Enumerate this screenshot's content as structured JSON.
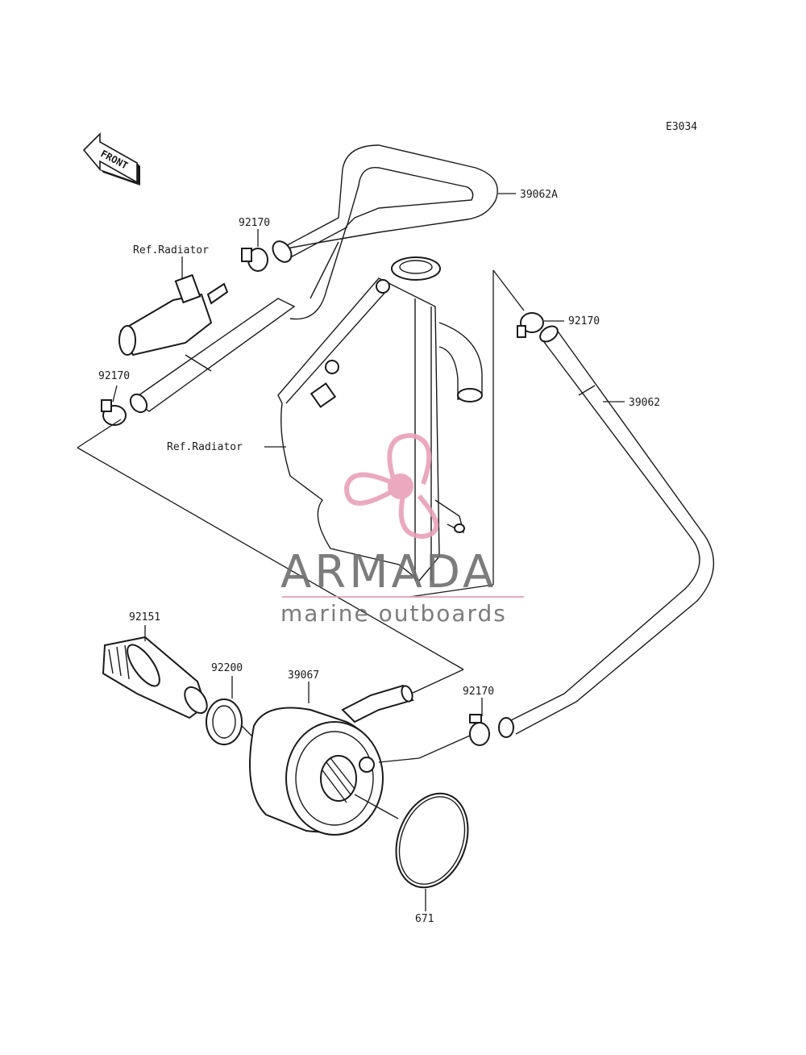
{
  "diagram": {
    "code": "E3034",
    "front_label": "FRONT",
    "parts": [
      {
        "id": "39062A",
        "label": "39062A"
      },
      {
        "id": "92170_a",
        "label": "92170"
      },
      {
        "id": "ref_radiator_a",
        "label": "Ref.Radiator"
      },
      {
        "id": "92170_b",
        "label": "92170"
      },
      {
        "id": "92170_c",
        "label": "92170"
      },
      {
        "id": "39062",
        "label": "39062"
      },
      {
        "id": "ref_radiator_b",
        "label": "Ref.Radiator"
      },
      {
        "id": "92151",
        "label": "92151"
      },
      {
        "id": "92200",
        "label": "92200"
      },
      {
        "id": "39067",
        "label": "39067"
      },
      {
        "id": "92170_d",
        "label": "92170"
      },
      {
        "id": "671",
        "label": "671"
      }
    ]
  },
  "watermark": {
    "brand": "ARMADA",
    "tagline": "marine outboards",
    "accent": "#e8a0b8",
    "text_color": "#6e6e6e"
  }
}
